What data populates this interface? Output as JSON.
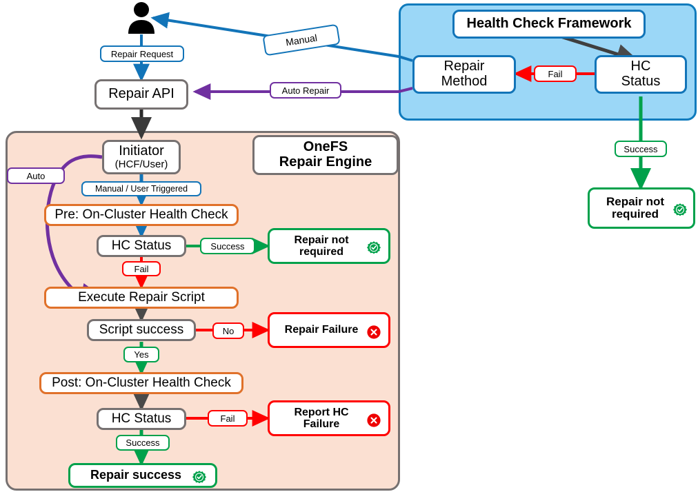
{
  "diagram": {
    "title": "OneFS Repair Engine health check repair flow",
    "colors": {
      "blue": "#1274b8",
      "panel_blue_fill": "#9bd7f7",
      "peach_fill": "#fbe0d2",
      "gray": "#767171",
      "orange": "#e0712a",
      "green": "#00a14b",
      "red": "#ff0000",
      "purple": "#7030a0",
      "black": "#000000"
    }
  },
  "actor": {
    "name": "user-actor",
    "icon": "person-icon"
  },
  "panels": {
    "health_check_framework": {
      "name": "health-check-framework-panel",
      "title": "Health Check Framework"
    },
    "onefs_repair_engine": {
      "name": "onefs-repair-engine-panel",
      "title_line1": "OneFS",
      "title_line2": "Repair Engine"
    }
  },
  "nodes": {
    "repair_api": "Repair API",
    "repair_method_line1": "Repair",
    "repair_method_line2": "Method",
    "hc_status_framework_line1": "HC",
    "hc_status_framework_line2": "Status",
    "repair_not_required_outer_line1": "Repair not",
    "repair_not_required_outer_line2": "required",
    "initiator_main": "Initiator",
    "initiator_sub": "(HCF/User)",
    "pre_health_check": "Pre: On-Cluster Health Check",
    "hc_status_pre": "HC Status",
    "repair_not_required_inner_line1": "Repair not",
    "repair_not_required_inner_line2": "required",
    "execute_repair_script": "Execute Repair Script",
    "script_success": "Script success",
    "repair_failure": "Repair Failure",
    "post_health_check": "Post: On-Cluster Health Check",
    "hc_status_post": "HC Status",
    "report_hc_failure_line1": "Report HC",
    "report_hc_failure_line2": "Failure",
    "repair_success": "Repair success"
  },
  "edge_labels": {
    "repair_request": "Repair Request",
    "manual": "Manual",
    "auto_repair": "Auto Repair",
    "fail_framework": "Fail",
    "success_framework": "Success",
    "auto": "Auto",
    "manual_user_triggered": "Manual / User Triggered",
    "success_pre": "Success",
    "fail_pre": "Fail",
    "no_script": "No",
    "yes_script": "Yes",
    "fail_post": "Fail",
    "success_post": "Success"
  },
  "icons": {
    "success_badge": "check-badge-icon",
    "error_badge": "x-circle-icon"
  }
}
